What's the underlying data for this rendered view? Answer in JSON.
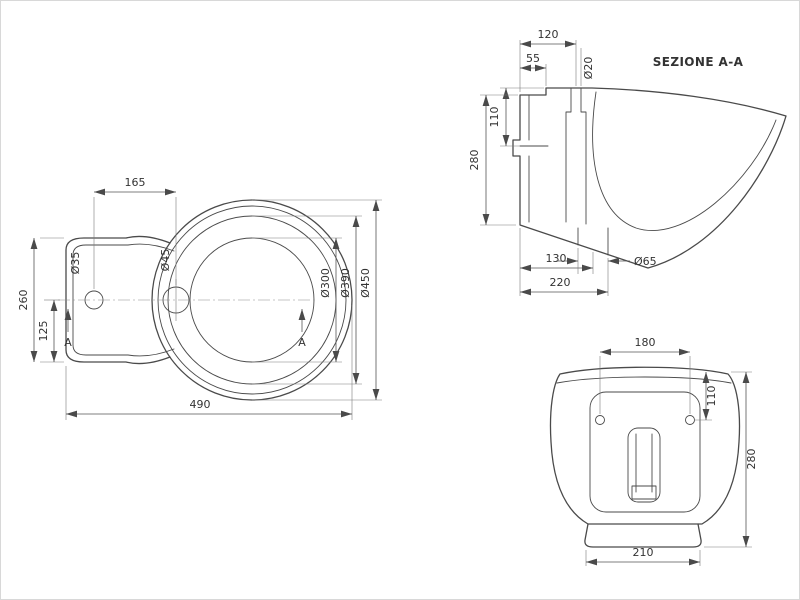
{
  "colors": {
    "line": "#4a4a4a",
    "text": "#333333",
    "background": "#ffffff"
  },
  "drawing": {
    "plan": {
      "dim_165": "165",
      "dim_260": "260",
      "dim_125": "125",
      "dia_tap": "Ø35",
      "dia_drain": "Ø45",
      "dia_inner": "Ø300",
      "dia_mid": "Ø390",
      "dia_outer": "Ø450",
      "dim_490": "490",
      "section_marker_left": "A",
      "section_marker_right": "A"
    },
    "section": {
      "title": "SEZIONE A-A",
      "dim_120": "120",
      "dim_55": "55",
      "dia_tap_hole": "Ø20",
      "dim_110": "110",
      "dim_280": "280",
      "dim_130": "130",
      "dia_drain_hole": "Ø65",
      "dim_220": "220"
    },
    "rear": {
      "dim_180": "180",
      "dim_110": "110",
      "dim_280": "280",
      "dim_210": "210"
    }
  }
}
